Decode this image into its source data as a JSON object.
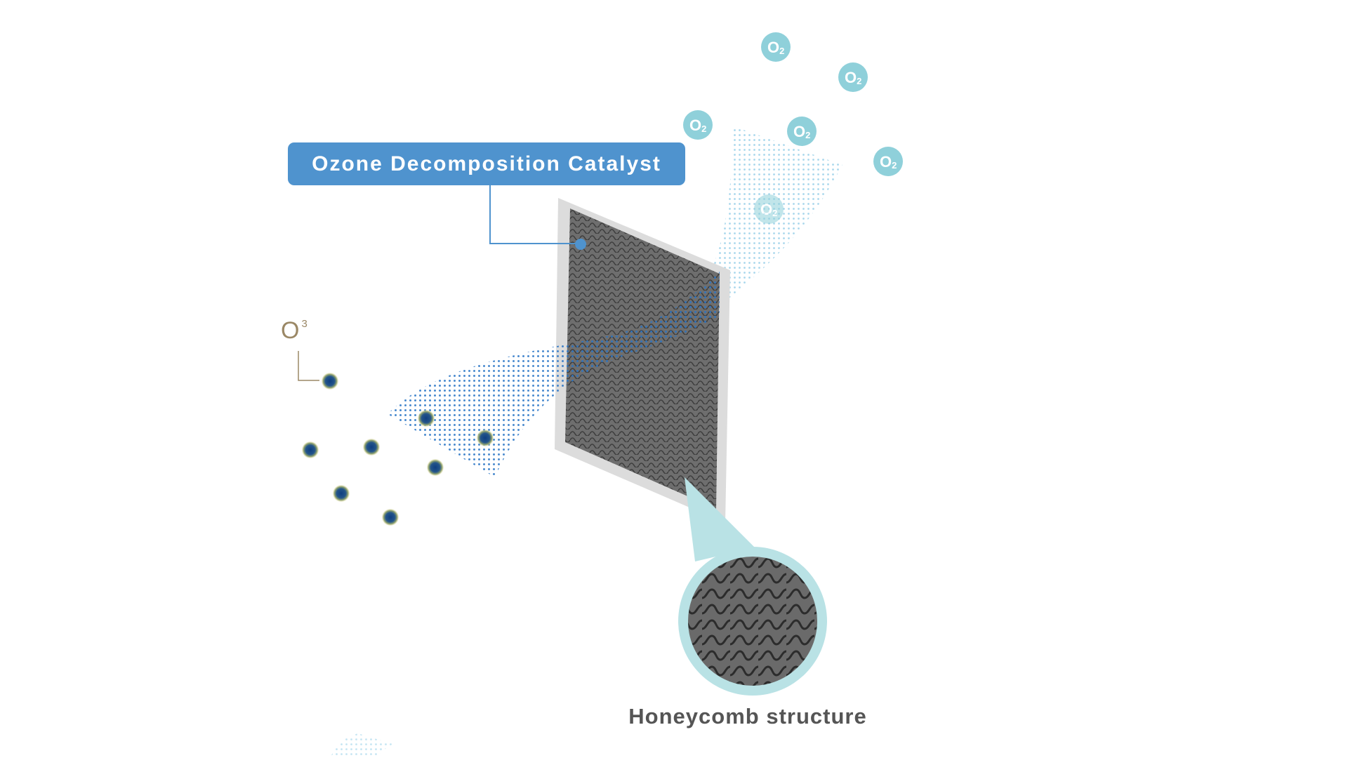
{
  "diagram": {
    "catalyst_label": "Ozone Decomposition Catalyst",
    "ozone_symbol": {
      "base": "O",
      "superscript": "3"
    },
    "oxygen_symbol": {
      "base": "O",
      "subscript": "2"
    },
    "honeycomb_caption": "Honeycomb structure"
  },
  "colors": {
    "label_fill": "#4f93ce",
    "oxygen_fill": "#8fd0da",
    "ozone_fill": "#1f4f86",
    "ozone_glow": "#c9c27a",
    "filter_frame": "#dcdcdc",
    "filter_core": "#6a6a6a",
    "callout_fill": "#b9e2e5",
    "airflow_in": "#2a75c6",
    "airflow_out": "#9fd3ea",
    "caption_text": "#555555"
  },
  "icons": {
    "ozone": "ozone-molecule-icon",
    "oxygen": "oxygen-molecule-icon"
  }
}
